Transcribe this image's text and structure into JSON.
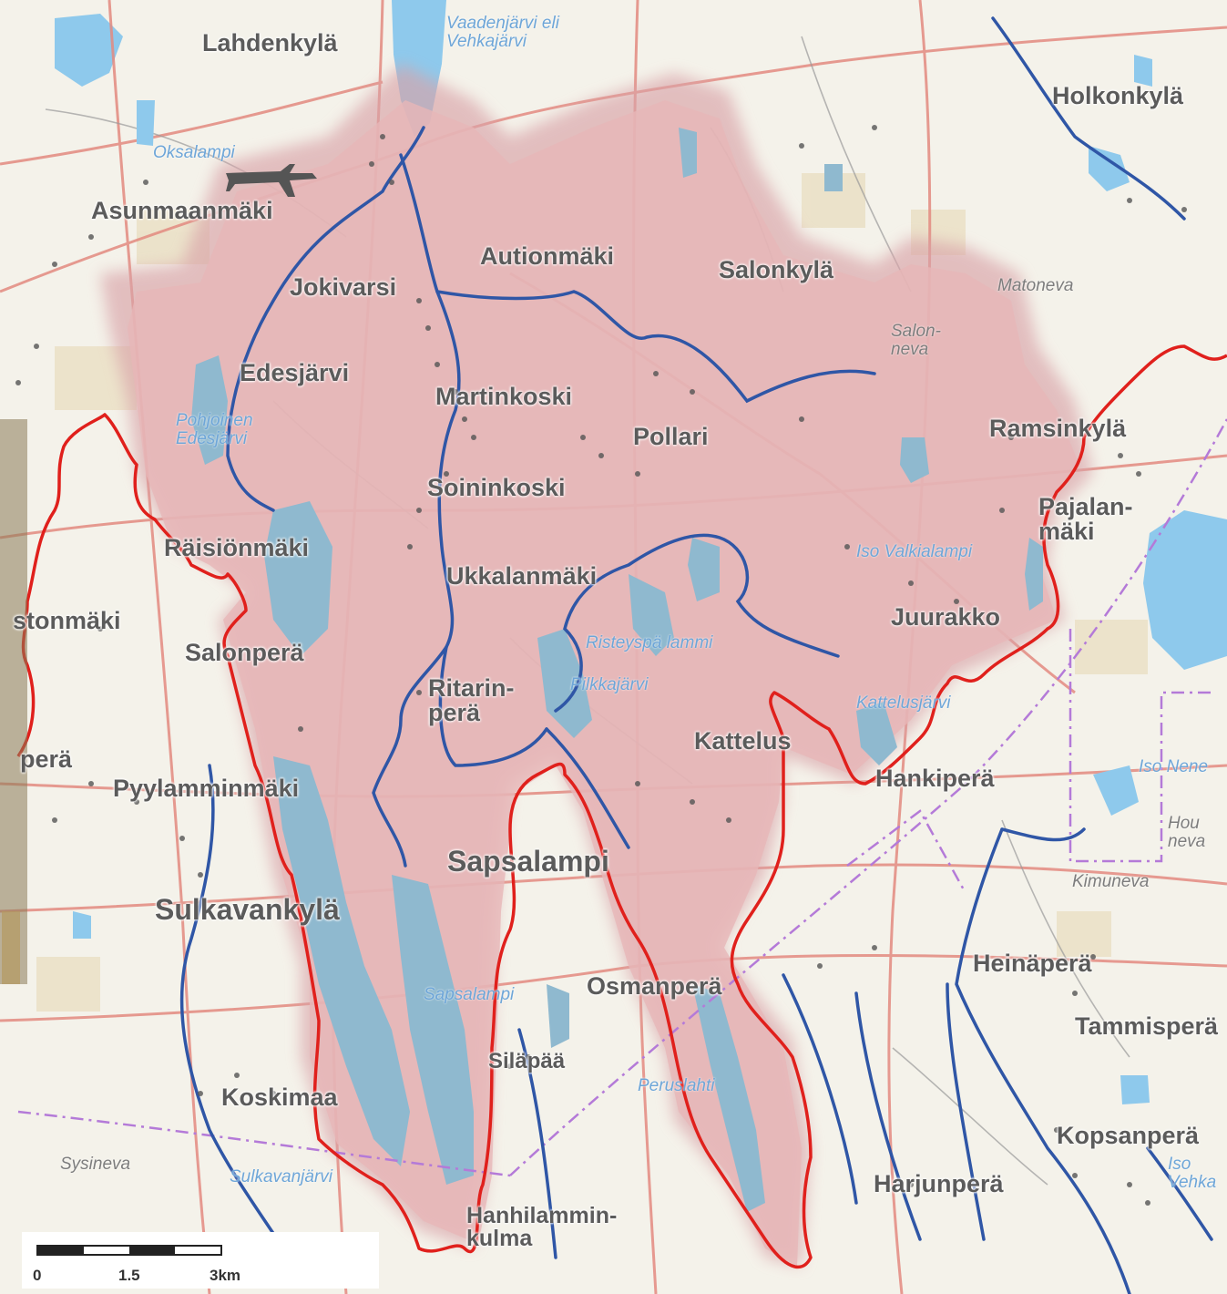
{
  "map": {
    "places": [
      "Lahdenkylä",
      "Holkonkylä",
      "Asunmaanmäki",
      "Autionmäki",
      "Salonkylä",
      "Jokivarsi",
      "Edesjärvi",
      "Martinkoski",
      "Pollari",
      "Ramsinkylä",
      "Soininkoski",
      "Räisiönmäki",
      "Ukkalanmäki",
      "Juurakko",
      "Salonperä",
      "Ritarin-\nperä",
      "Kattelus",
      "Hankiperä",
      "Pyylamminmäki",
      "Sapsalampi",
      "Sulkavankylä",
      "Heinäperä",
      "Osmanperä",
      "Tammisperä",
      "Koskimaa",
      "Kopsanperä",
      "Harjunperä",
      "Hanhilammin-\nkulma",
      "stonmäki",
      "perä",
      "Pajalan-\nmäki",
      "Siläpää"
    ],
    "water_names": [
      "Vaadenjärvi eli\nVehkajärvi",
      "Oksalampi",
      "Pohjoinen\nEdesjärvi",
      "Iso Valkialampi",
      "Risteyspä lammi",
      "Sapsalampi",
      "Pilkkajärvi",
      "Kattelusjärvi",
      "Peruslahti",
      "Iso Nene",
      "Iso\nVehka",
      "Sulkavanjärvi"
    ],
    "swamp_names": [
      "Matoneva",
      "Salon-\nneva",
      "Kimuneva",
      "Sysineva",
      "Hou\nneva"
    ],
    "scale": {
      "labels": [
        "0",
        "1.5",
        "3km"
      ]
    },
    "colors": {
      "catchment_fill": "#e7b7b8",
      "catchment_border": "#e0201c",
      "river": "#2f56a6",
      "lake": "#8ec9ec",
      "road": "#e0847a",
      "border_dashed": "#b47ad8"
    }
  }
}
